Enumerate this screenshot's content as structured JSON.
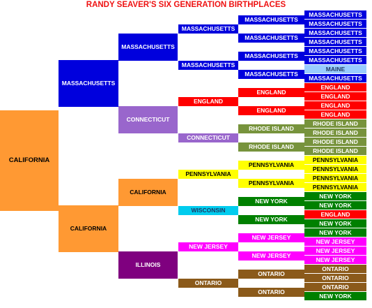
{
  "title": "RANDY SEAVER'S SIX GENERATION BIRTHPLACES",
  "colors": {
    "MASSACHUSETTS": {
      "bg": "#0000dd",
      "fg": "#ffffff"
    },
    "MAINE": {
      "bg": "#99ccff",
      "fg": "#1f3864"
    },
    "ENGLAND": {
      "bg": "#ff0000",
      "fg": "#ffffff"
    },
    "CONNECTICUT": {
      "bg": "#9966cc",
      "fg": "#ffffff"
    },
    "RHODE ISLAND": {
      "bg": "#77933c",
      "fg": "#ffffff"
    },
    "PENNSYLVANIA": {
      "bg": "#ffff00",
      "fg": "#000000"
    },
    "NEW YORK": {
      "bg": "#008000",
      "fg": "#ffffff"
    },
    "WISCONSIN": {
      "bg": "#00ccee",
      "fg": "#1f3864"
    },
    "NEW JERSEY": {
      "bg": "#ff00ff",
      "fg": "#ffffff"
    },
    "CALIFORNIA": {
      "bg": "#ff9933",
      "fg": "#000000"
    },
    "ILLINOIS": {
      "bg": "#7f007f",
      "fg": "#ffffff"
    },
    "ONTARIO": {
      "bg": "#8b5a1a",
      "fg": "#ffffff"
    }
  },
  "generations": [
    [
      "CALIFORNIA"
    ],
    [
      "MASSACHUSETTS",
      "CALIFORNIA"
    ],
    [
      "MASSACHUSETTS",
      "CONNECTICUT",
      "CALIFORNIA",
      "ILLINOIS"
    ],
    [
      "MASSACHUSETTS",
      "MASSACHUSETTS",
      "ENGLAND",
      "CONNECTICUT",
      "PENNSYLVANIA",
      "WISCONSIN",
      "NEW JERSEY",
      "ONTARIO"
    ],
    [
      "MASSACHUSETTS",
      "MASSACHUSETTS",
      "MASSACHUSETTS",
      "MASSACHUSETTS",
      "ENGLAND",
      "ENGLAND",
      "RHODE ISLAND",
      "RHODE ISLAND",
      "PENNSYLVANIA",
      "PENNSYLVANIA",
      "NEW YORK",
      "NEW YORK",
      "NEW JERSEY",
      "NEW JERSEY",
      "ONTARIO",
      "ONTARIO"
    ],
    [
      "MASSACHUSETTS",
      "MASSACHUSETTS",
      "MASSACHUSETTS",
      "MASSACHUSETTS",
      "MASSACHUSETTS",
      "MASSACHUSETTS",
      "MAINE",
      "MASSACHUSETTS",
      "ENGLAND",
      "ENGLAND",
      "ENGLAND",
      "ENGLAND",
      "RHODE ISLAND",
      "RHODE ISLAND",
      "RHODE ISLAND",
      "RHODE ISLAND",
      "PENNSYLVANIA",
      "PENNSYLVANIA",
      "PENNSYLVANIA",
      "PENNSYLVANIA",
      "NEW YORK",
      "NEW YORK",
      "ENGLAND",
      "NEW YORK",
      "NEW YORK",
      "NEW JERSEY",
      "NEW JERSEY",
      "NEW JERSEY",
      "ONTARIO",
      "ONTARIO",
      "ONTARIO",
      "NEW YORK"
    ]
  ]
}
